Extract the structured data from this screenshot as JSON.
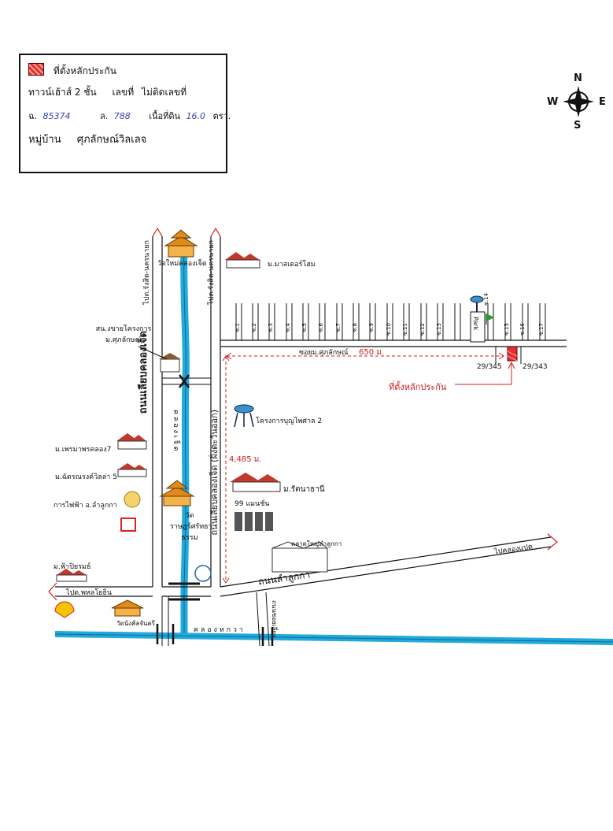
{
  "legend": {
    "title": "ที่ตั้งหลักประกัน",
    "type": "ทาวน์เฮ้าส์ 2 ชั้น",
    "number_label": "เลขที่",
    "number_value": "ไม่ติดเลขที่",
    "deed_label": "ฉ.",
    "deed_value": "85374",
    "land_label": "ล.",
    "land_value": "788",
    "area_label": "เนื้อที่ดิน",
    "area_value": "16.0",
    "area_unit": "ตรว.",
    "village_label": "หมู่บ้าน",
    "village_value": "ศุภลักษณ์วิลเลจ",
    "swatch_color": "#e03030"
  },
  "compass": {
    "n": "N",
    "s": "S",
    "e": "E",
    "w": "W"
  },
  "roads": {
    "left_dir": "ไปต.รังสิต-นครนายก",
    "right_dir": "ไปต.รังสิต-นครนายก",
    "left_road": "ถนนเลียบคลองเจ็ด",
    "right_road": "ถนนเลียบคลองเจ็ด (ฝั่งตะวันออก)",
    "canal_7": "ค ล อ ง เ จ็ ด",
    "soi": "ซอยม.ศุภลักษณ์",
    "soi_dist": "650 ม.",
    "main_dist": "4,485 ม.",
    "lamlukka": "ถนนลำลูกกา",
    "to_pholyothin": "ไปต.พหลโยธิน",
    "to_klong8": "ไปคลองแปด",
    "canal_6": "ค ล อ ง ห ก ว า",
    "small_road": "ถนนซอยเลี่ยง"
  },
  "lanes": [
    "ซ.1",
    "ซ.2",
    "ซ.3",
    "ซ.4",
    "ซ.5",
    "ซ.6",
    "ซ.7",
    "ซ.8",
    "ซ.9",
    "ซ.10",
    "ซ.11",
    "ซ.12",
    "ซ.13",
    "ซ.14",
    "ซ.15",
    "ซ.16",
    "ซ.17"
  ],
  "places": {
    "wat_top": "วัดใหม่คลองเจ็ด",
    "mu_master": "ม.มาสเตอร์โฮม",
    "sales_office": "สน.งขายโครงการ ม.ศุภลักษณ์",
    "park": "Park",
    "house_left": "29/345",
    "house_right": "29/343",
    "collateral": "ที่ตั้งหลักประกัน",
    "bunphaiphan": "โครงการบุญไพศาล 2",
    "phrommapon": "ม.เพรมาพรคลอง7",
    "chatchoengwilla": "ม.ฉัตรณรงค์วิลล่า 5",
    "electricity": "การไฟฟ้า อ.ลำลูกกา",
    "wat_mid": "วัดราษฎร์ศรัทธาธรรม",
    "rattana": "ม.รัตนาธานี",
    "mansion": "99 แมนชั่น",
    "market": "ตลาดใหญ่ลำลูกกา",
    "fipiyarom": "ม.ฟ้าปิยรมย์",
    "wat_bottom": "วัดนังคัลจันตรี"
  },
  "colors": {
    "canal": "#22aadd",
    "temple": "#e08a1a",
    "house_roof": "#c0392b",
    "dashed": "#cc2222"
  }
}
